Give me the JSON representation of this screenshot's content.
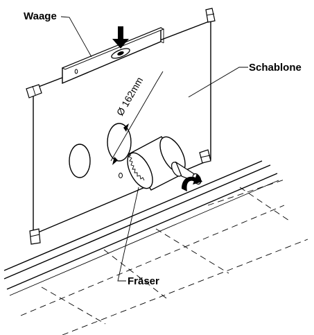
{
  "labels": {
    "scale": "Waage",
    "template": "Schablone",
    "cutter": "Fräser",
    "diameter": "Ø 162mm"
  }
}
